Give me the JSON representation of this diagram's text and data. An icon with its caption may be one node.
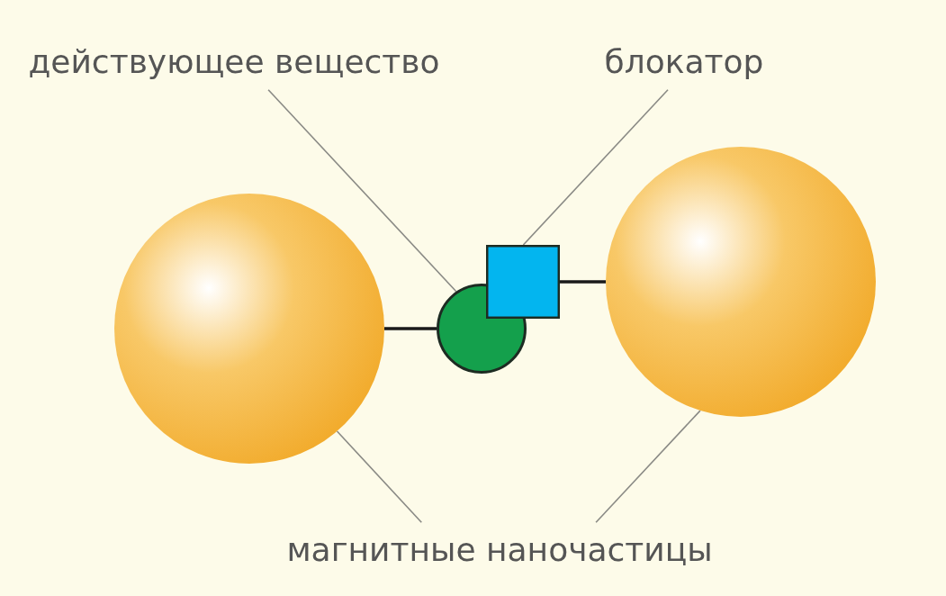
{
  "diagram": {
    "nodes": [
      {
        "text": [
          "действующее вещество"
        ]
      },
      {
        "text": [
          "блокатор"
        ]
      },
      {
        "text": [],
        "shape": "circle"
      },
      {
        "text": [],
        "shape": "circle"
      },
      {
        "text": [],
        "shape": "box"
      },
      {
        "text": [],
        "shape": "circle"
      },
      {
        "text": [
          "магнитные наночастицы"
        ]
      }
    ],
    "edges": [
      {
        "from": 0,
        "to": 3,
        "arrow": "none"
      },
      {
        "from": 1,
        "to": 4,
        "arrow": "none"
      },
      {
        "from": 2,
        "to": 3,
        "arrow": "none",
        "style": "thick",
        "color": "#1a1a1a"
      },
      {
        "from": 4,
        "to": 5,
        "arrow": "none",
        "style": "thick",
        "color": "#1a1a1a"
      },
      {
        "from": 6,
        "to": 2,
        "arrow": "none"
      },
      {
        "from": 6,
        "to": 5,
        "arrow": "none"
      }
    ]
  }
}
